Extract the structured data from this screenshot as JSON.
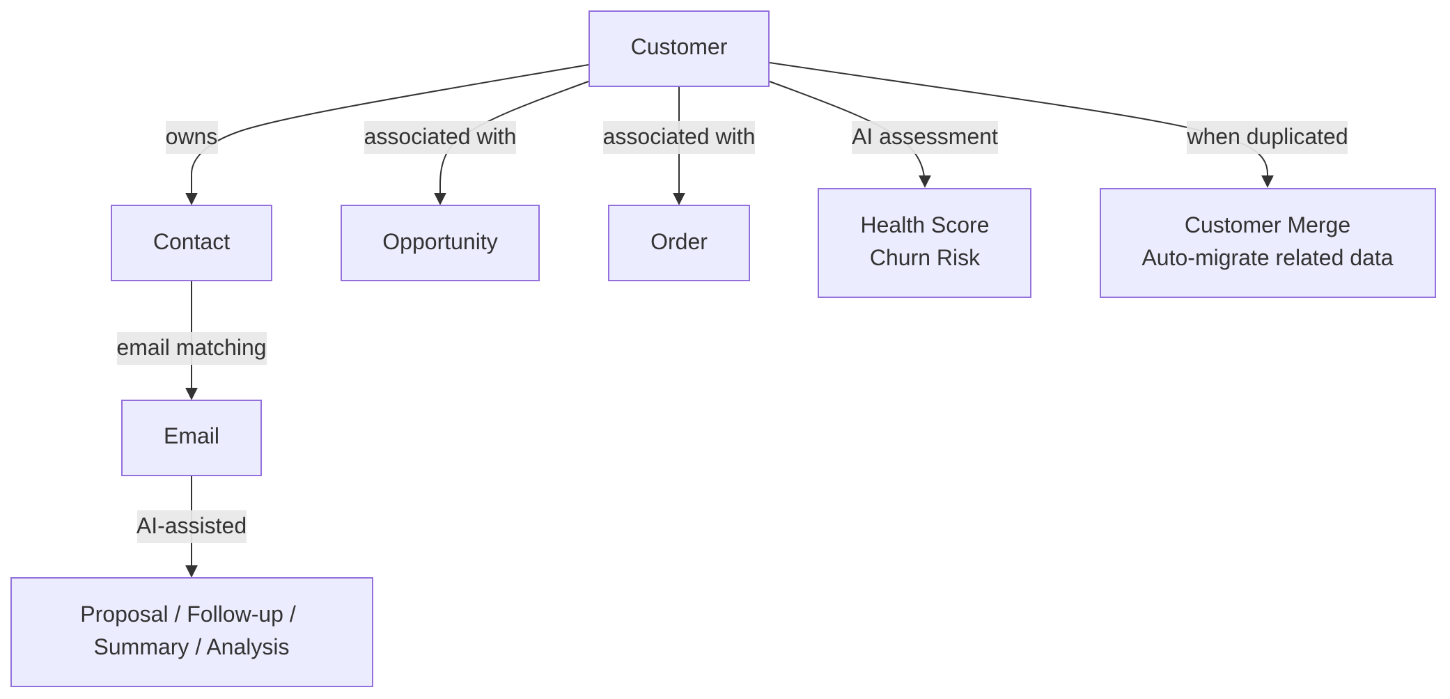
{
  "nodes": {
    "customer": {
      "lines": [
        "Customer"
      ]
    },
    "contact": {
      "lines": [
        "Contact"
      ]
    },
    "opportunity": {
      "lines": [
        "Opportunity"
      ]
    },
    "order": {
      "lines": [
        "Order"
      ]
    },
    "health": {
      "lines": [
        "Health Score",
        "Churn Risk"
      ]
    },
    "merge": {
      "lines": [
        "Customer Merge",
        "Auto-migrate related data"
      ]
    },
    "email": {
      "lines": [
        "Email"
      ]
    },
    "proposal": {
      "lines": [
        "Proposal / Follow-up /",
        "Summary / Analysis"
      ]
    }
  },
  "edges": [
    {
      "from": "customer",
      "to": "contact",
      "label": "owns"
    },
    {
      "from": "customer",
      "to": "opportunity",
      "label": "associated with"
    },
    {
      "from": "customer",
      "to": "order",
      "label": "associated with"
    },
    {
      "from": "customer",
      "to": "health",
      "label": "AI assessment"
    },
    {
      "from": "customer",
      "to": "merge",
      "label": "when duplicated"
    },
    {
      "from": "contact",
      "to": "email",
      "label": "email matching"
    },
    {
      "from": "email",
      "to": "proposal",
      "label": "AI-assisted"
    }
  ],
  "colors": {
    "node_fill": "#ECECFF",
    "node_stroke": "#9370DB",
    "edge": "#333333",
    "label_bg": "#E8E8E8",
    "text": "#333333"
  }
}
